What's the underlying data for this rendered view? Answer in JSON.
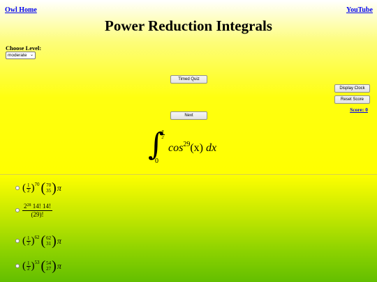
{
  "nav": {
    "home_label": "Owl Home",
    "youtube_label": "YouTube"
  },
  "page": {
    "title": "Power Reduction Integrals"
  },
  "level": {
    "label": "Choose Level:",
    "selected": "moderate",
    "chevron": "⌄"
  },
  "buttons": {
    "timed_quiz": "Timed Quiz",
    "next": "Next",
    "display_clock": "Display Clock",
    "reset_score": "Reset Score"
  },
  "score": {
    "label": "Score: 0"
  },
  "problem": {
    "sign": "∫",
    "upper_num": "π",
    "upper_den": "2",
    "lower": "0",
    "func": "cos",
    "power": "29",
    "arg": "(x)",
    "diff": "dx"
  },
  "choices": [
    {
      "base_num": "1",
      "base_den": "2",
      "exp": "70",
      "binom_top": "70",
      "binom_bot": "35",
      "pi": "π"
    },
    {
      "num_base": "2",
      "num_exp": "28",
      "num_rest": "14! 14!",
      "den": "(29)!"
    },
    {
      "base_num": "1",
      "base_den": "2",
      "exp": "62",
      "binom_top": "62",
      "binom_bot": "31",
      "pi": "π"
    },
    {
      "base_num": "1",
      "base_den": "2",
      "exp": "53",
      "binom_top": "54",
      "binom_bot": "27",
      "pi": "π"
    }
  ],
  "colors": {
    "link": "#0000ee",
    "bg_top": "#ffff00",
    "bg_bottom": "#62be00"
  }
}
